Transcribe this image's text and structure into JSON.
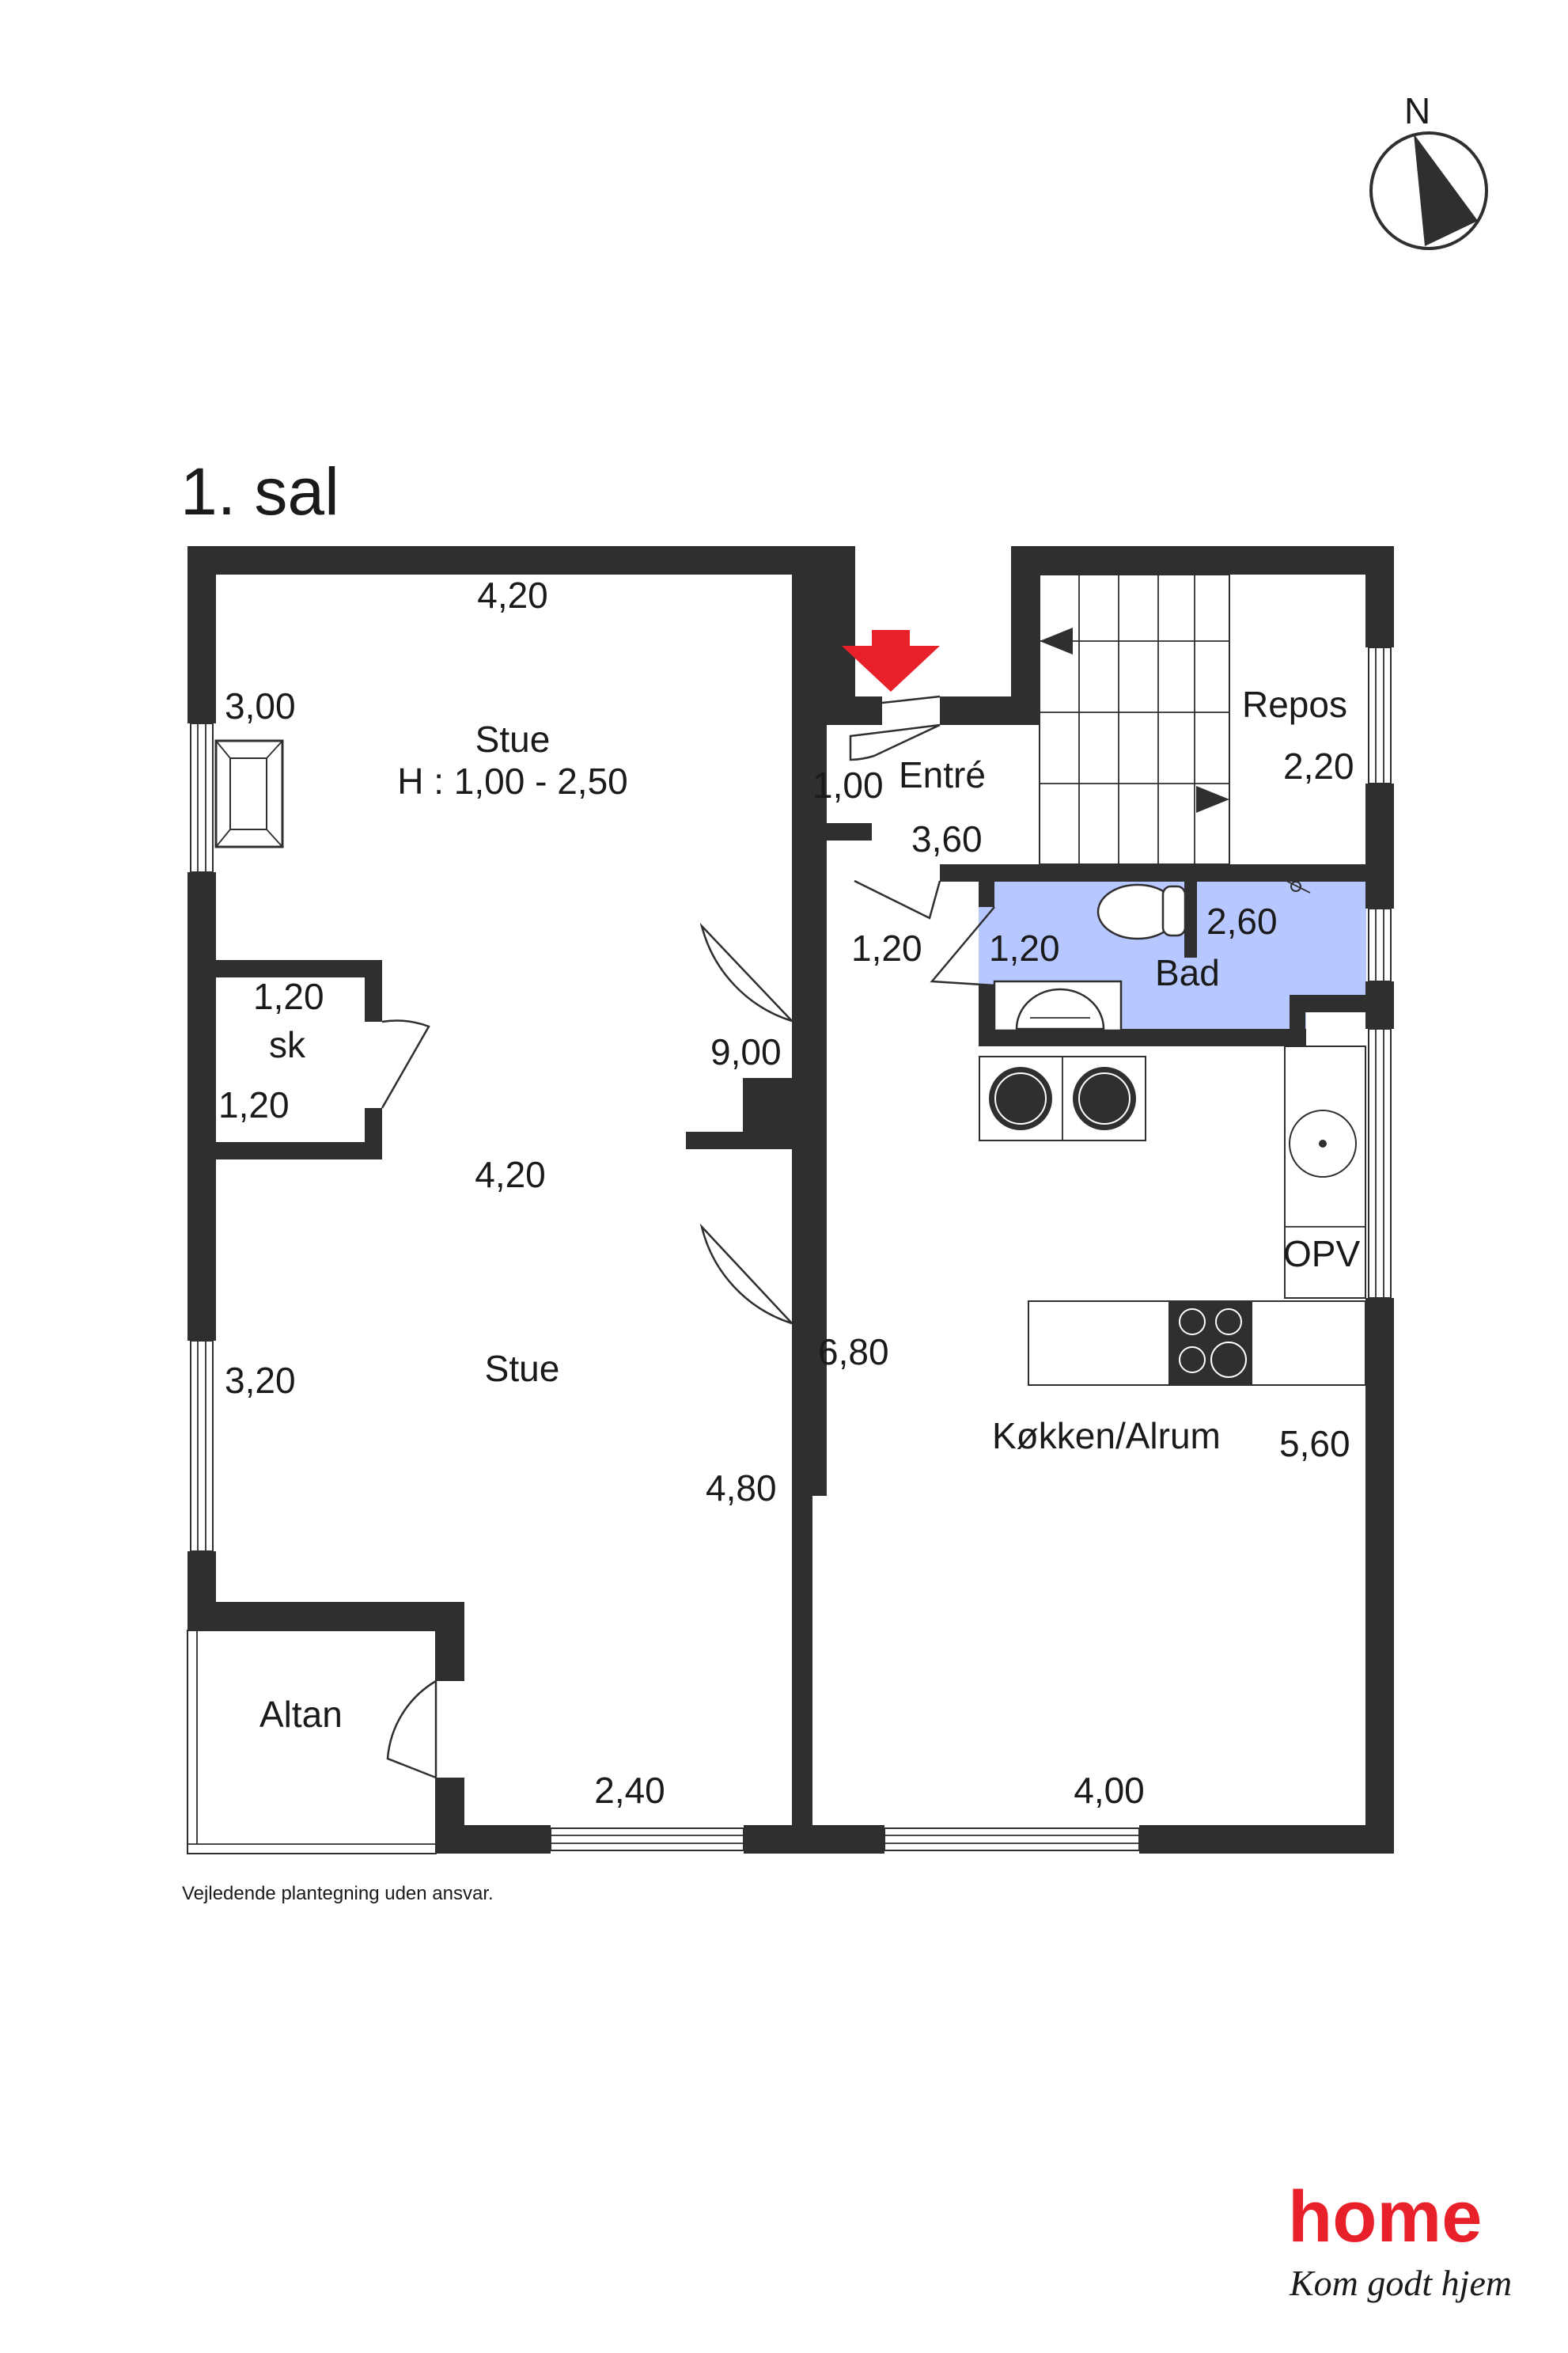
{
  "floor_title": "1. sal",
  "disclaimer": "Vejledende plantegning uden ansvar.",
  "compass": {
    "label": "N"
  },
  "rooms": {
    "stue_top": {
      "name": "Stue",
      "height_note": "H : 1,00 - 2,50"
    },
    "entre": "Entré",
    "repos": "Repos",
    "bad": "Bad",
    "sk": "sk",
    "stue_bottom": "Stue",
    "kokken": "Køkken/Alrum",
    "opv": "OPV",
    "altan": "Altan"
  },
  "dimensions": {
    "stue_top_width": "4,20",
    "stue_top_left": "3,00",
    "entre_w": "1,00",
    "entre_l": "3,60",
    "repos_l": "2,20",
    "hall_w": "1,20",
    "bad_w": "1,20",
    "bad_l": "2,60",
    "sk_top": "1,20",
    "sk_left": "1,20",
    "stue_length": "9,00",
    "stue_mid_width": "4,20",
    "stue_bottom_left": "3,20",
    "stue_bottom_right": "4,80",
    "stue_bottom_width": "2,40",
    "kokken_left": "6,80",
    "kokken_right": "5,60",
    "kokken_bottom": "4,00"
  },
  "logo": {
    "brand": "home",
    "slogan": "Kom godt hjem"
  },
  "colors": {
    "wall": "#2f2f2f",
    "bathroom": "#b7c7ff",
    "arrow": "#e8202a",
    "brand": "#e8202a"
  }
}
